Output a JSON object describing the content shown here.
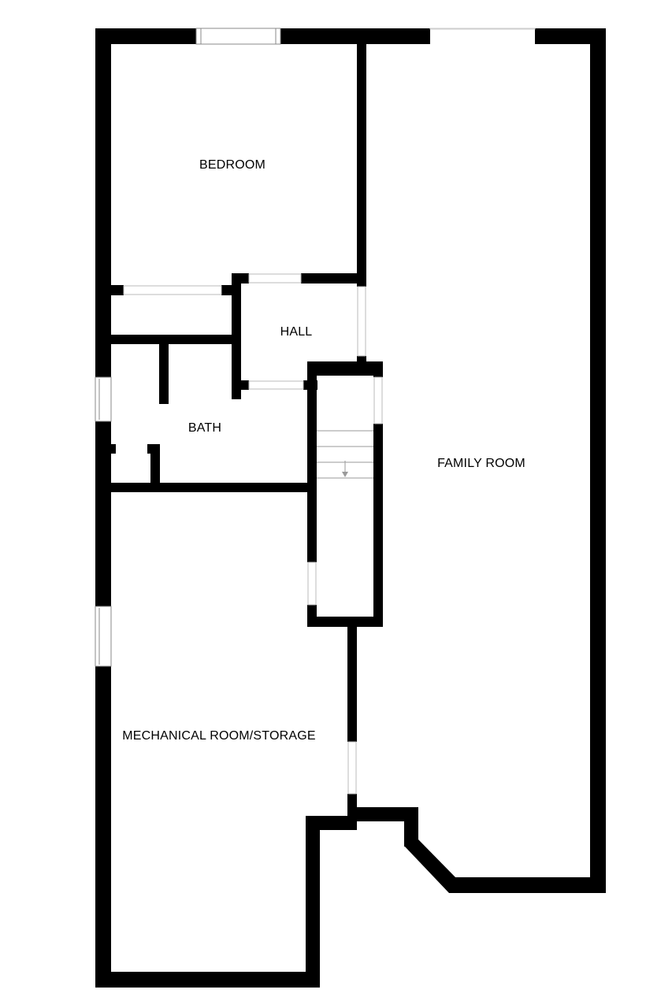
{
  "floorplan": {
    "rooms": [
      {
        "id": "bedroom",
        "label": "BEDROOM"
      },
      {
        "id": "hall",
        "label": "HALL"
      },
      {
        "id": "bath",
        "label": "BATH"
      },
      {
        "id": "family-room",
        "label": "FAMILY ROOM"
      },
      {
        "id": "mechanical",
        "label": "MECHANICAL ROOM/STORAGE"
      }
    ],
    "colors": {
      "wall": "#000000",
      "background": "#ffffff",
      "window": "#888888",
      "stair": "#9a9a9a"
    }
  }
}
